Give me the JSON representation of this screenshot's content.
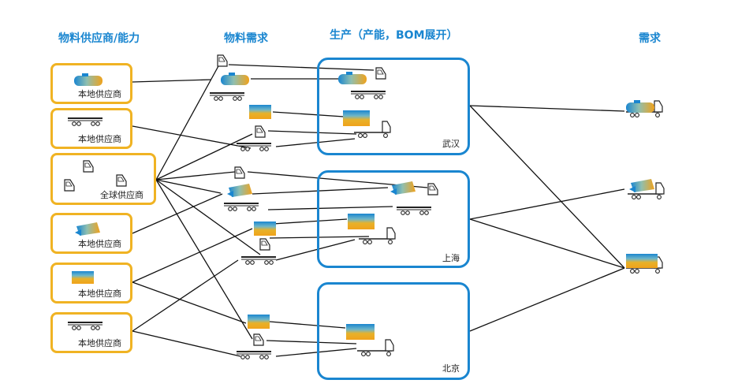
{
  "headers": {
    "suppliers": "物料供应商/能力",
    "materials": "物料需求",
    "production": "生产（产能，BOM展开）",
    "demand": "需求"
  },
  "suppliers": [
    {
      "label": "本地供应商",
      "icon": "tanker-icon"
    },
    {
      "label": "本地供应商",
      "icon": "trailer-icon"
    },
    {
      "label": "全球供应商",
      "icon": "truck-cab-icon"
    },
    {
      "label": "本地供应商",
      "icon": "mixer-icon"
    },
    {
      "label": "本地供应商",
      "icon": "cargo-box-icon"
    },
    {
      "label": "本地供应商",
      "icon": "trailer-icon"
    }
  ],
  "plants": [
    {
      "label": "武汉"
    },
    {
      "label": "上海"
    },
    {
      "label": "北京"
    }
  ],
  "colors": {
    "supplier_border": "#f0b323",
    "plant_border": "#1a86d0",
    "header_text": "#1a86d0",
    "lines": "#111111"
  }
}
